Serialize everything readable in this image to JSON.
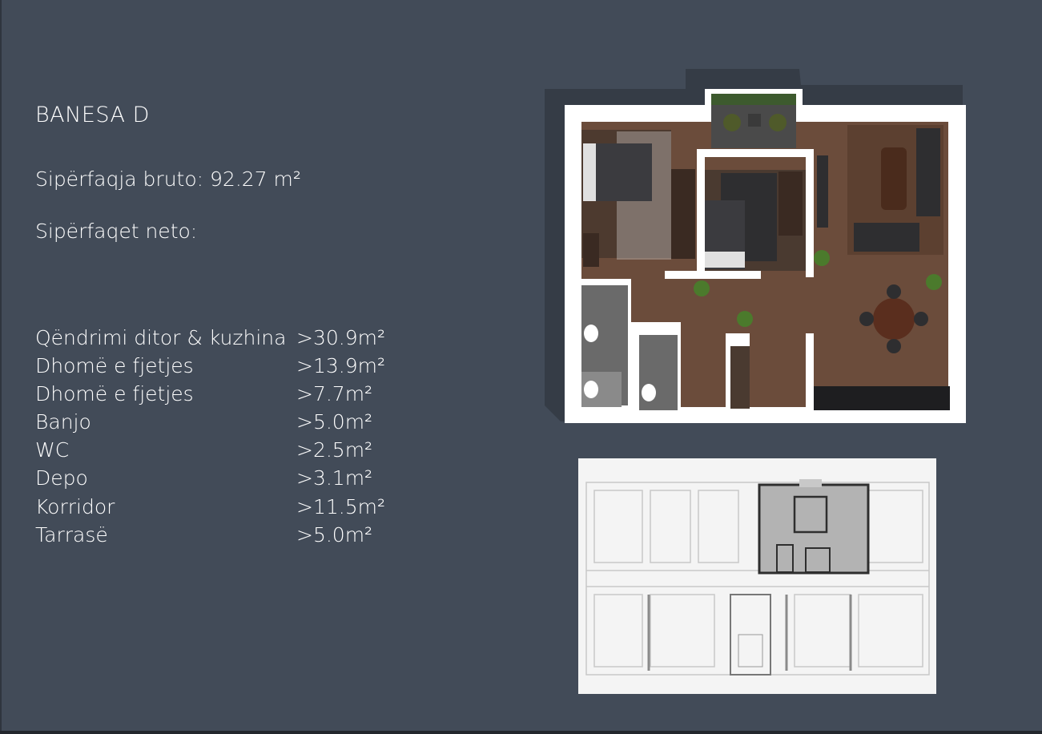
{
  "apartment": {
    "title": "BANESA  D",
    "gross_area": "Sipërfaqja bruto: 92.27 m²",
    "net_heading": "Sipërfaqet neto:"
  },
  "rooms": [
    {
      "name": "Qëndrimi ditor & kuzhina",
      "area": ">30.9m²"
    },
    {
      "name": "Dhomë e fjetjes",
      "area": ">13.9m²"
    },
    {
      "name": "Dhomë e fjetjes",
      "area": ">7.7m²"
    },
    {
      "name": "Banjo",
      "area": ">5.0m²"
    },
    {
      "name": "WC",
      "area": ">2.5m²"
    },
    {
      "name": "Depo",
      "area": ">3.1m²"
    },
    {
      "name": "Korridor",
      "area": ">11.5m²"
    },
    {
      "name": "Tarrasë",
      "area": ">5.0m²"
    }
  ],
  "colors": {
    "background": "#424b58",
    "text": "#ffffff",
    "wall": "#ffffff",
    "floor": "#6b4c3b",
    "highlight": "#b3b3b3"
  }
}
